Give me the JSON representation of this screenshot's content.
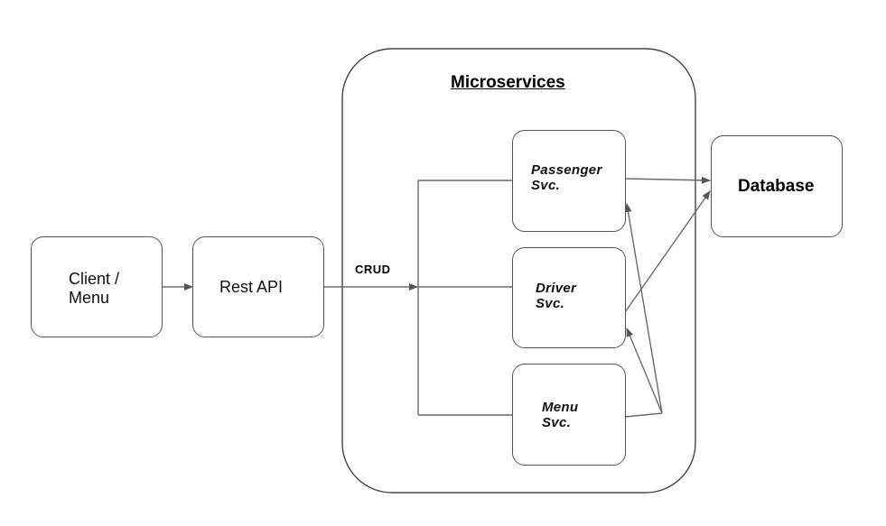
{
  "nodes": {
    "client": "Client /\nMenu",
    "rest_api": "Rest API",
    "passenger": "Passenger\nSvc.",
    "driver": "Driver\nSvc.",
    "menu": "Menu\nSvc.",
    "database": "Database"
  },
  "group": {
    "title": "Microservices"
  },
  "edges": {
    "crud_label": "CRUD"
  }
}
